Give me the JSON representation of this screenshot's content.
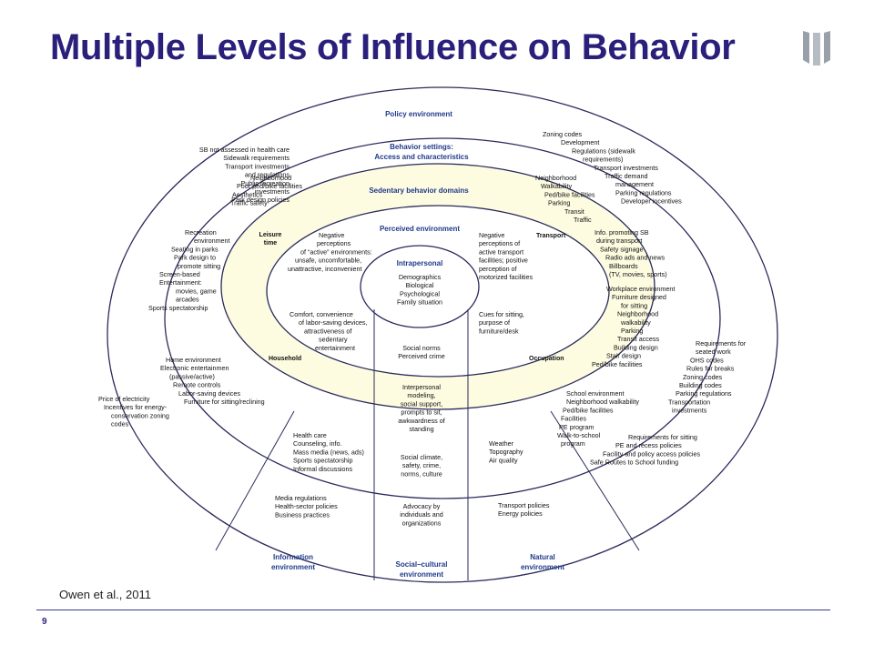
{
  "slide": {
    "title": "Multiple Levels of Influence on Behavior",
    "citation": "Owen et al., 2011",
    "page_number": "9",
    "colors": {
      "title": "#2a1f7a",
      "header_text": "#1f3a8a",
      "ring_highlight": "#fdfbe0",
      "line": "#2a2a5c"
    }
  },
  "diagram": {
    "policy": {
      "label": "Policy environment",
      "left_top": [
        "SB not assessed in health care",
        "Sidewalk requirements",
        "Transport investments",
        "and regulations",
        "Public recreation",
        "investments",
        "Park design policies"
      ],
      "right_top": [
        "Zoning codes",
        "Development",
        "Regulations (sidewalk",
        "requirements)",
        "Transport investments",
        "Traffic demand",
        "management",
        "Parking regulations",
        "Developer incentives"
      ],
      "left_bottom": [
        "Price of electricity",
        "Incentives for energy-",
        "conservation zoning",
        "codes"
      ],
      "right_mid": [
        "Requirements for",
        "seated work",
        "OHS codes",
        "Rules for breaks",
        "Zoning codes",
        "Building codes",
        "Parking regulations",
        "Transportation",
        "investments"
      ],
      "right_bottom": [
        "Requirements for sitting",
        "PE and recess policies",
        "Facility and policy access policies",
        "Safe Routes to School funding"
      ]
    },
    "settings": {
      "label": [
        "Behavior settings:",
        "Access and characteristics"
      ],
      "left_top": [
        "Neighborhood",
        "Poor ped/bike facilities",
        "Aesthetics",
        "Traffic safety"
      ],
      "right_top": [
        "Neighborhood",
        "Walkability",
        "Ped/bike facilities",
        "Parking",
        "Transit",
        "Traffic"
      ],
      "left_mid": [
        "Recreation",
        "environment",
        "Seating in parks",
        "Park design to",
        "promote sitting",
        "Screen-based",
        "Entertainment:",
        "movies, game",
        "arcades",
        "Sports spectatorship"
      ],
      "right_mid": [
        "Info. promoting SB",
        "during transport",
        "Safety signage",
        "Radio ads and news",
        "Billboards",
        "(TV, movies, sports)"
      ],
      "right_work": [
        "Workplace environment",
        "Furniture designed",
        "for sitting",
        "Neighborhood",
        "walkability",
        "Parking",
        "Transit access",
        "Building design",
        "Stair design",
        "Ped/bike facilities"
      ],
      "left_home": [
        "Home environment",
        "Electronic entertainmen",
        "(passive/active)",
        "Remote controls",
        "Labor-saving devices",
        "Furniture for sitting/reclining"
      ],
      "right_school": [
        "School environment",
        "Neighborhood walkability",
        "Ped/bike facilities",
        "Facilities",
        "PE program",
        "Walk-to-school",
        "program"
      ]
    },
    "sedentary": {
      "label": "Sedentary behavior domains",
      "leisure": [
        "Leisure",
        "time"
      ],
      "transport": "Transport",
      "household": "Household",
      "occupation": "Occupation"
    },
    "perceived": {
      "label": "Perceived environment",
      "left_top": [
        "Negative",
        "perceptions",
        "of “active” environments:",
        "unsafe, uncomfortable,",
        "unattractive, inconvenient"
      ],
      "right_top": [
        "Negative",
        "perceptions of",
        "active transport",
        "facilities; positive",
        "perception of",
        "motorized facilities"
      ],
      "left_bottom": [
        "Comfort, convenience",
        "of labor-saving devices,",
        "attractiveness of",
        "sedentary",
        "entertainment"
      ],
      "right_bottom": [
        "Cues for sitting,",
        "purpose of",
        "furniture/desk"
      ]
    },
    "intrapersonal": {
      "label": "Intrapersonal",
      "items": [
        "Demographics",
        "Biological",
        "Psychological",
        "Family situation"
      ]
    },
    "column": {
      "social_norms": [
        "Social norms",
        "Perceived crime"
      ],
      "interpersonal": [
        "Interpersonal",
        "modeling,",
        "social support,",
        "prompts to sit,",
        "awkwardness of",
        "standing"
      ],
      "social_climate": [
        "Social climate,",
        "safety, crime,",
        "norms, culture"
      ],
      "advocacy": [
        "Advocacy by",
        "individuals and",
        "organizations"
      ]
    },
    "information": {
      "label": [
        "Information",
        "environment"
      ],
      "upper": [
        "Health care",
        "Counseling, info.",
        "Mass media (news, ads)",
        "Sports spectatorship",
        "Informal discussions"
      ],
      "lower": [
        "Media regulations",
        "Health-sector policies",
        "Business practices"
      ]
    },
    "natural": {
      "label": [
        "Natural",
        "environment"
      ],
      "upper": [
        "Weather",
        "Topography",
        "Air quality"
      ],
      "lower": [
        "Transport policies",
        "Energy policies"
      ]
    },
    "social_cultural": {
      "label": [
        "Social–cultural",
        "environment"
      ]
    }
  }
}
